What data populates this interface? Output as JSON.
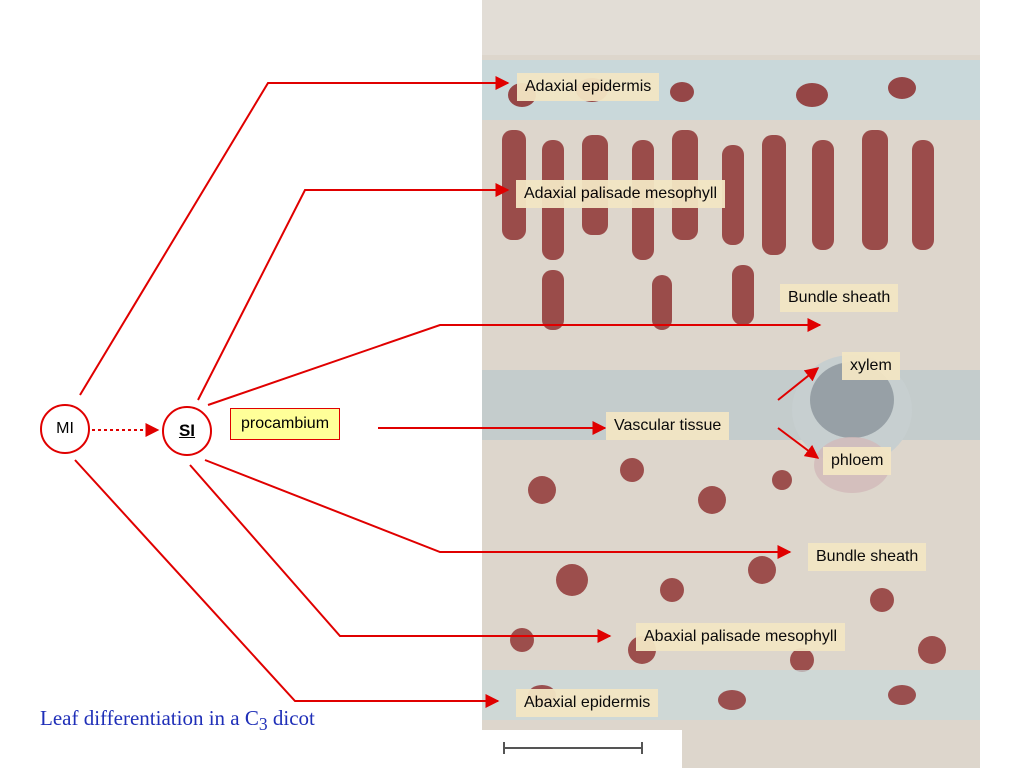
{
  "colors": {
    "arrow": "#e00000",
    "caption": "#1f2fb8",
    "label_bg": "#f3e6c4",
    "highlight": "#ffff99"
  },
  "nodes": {
    "mi": "MI",
    "si": "SI"
  },
  "procambium": "procambium",
  "labels": {
    "adaxial_epidermis": "Adaxial epidermis",
    "adaxial_palisade": "Adaxial palisade mesophyll",
    "bundle_sheath_top": "Bundle sheath",
    "xylem": "xylem",
    "vascular_tissue": "Vascular tissue",
    "phloem": "phloem",
    "bundle_sheath_bottom": "Bundle sheath",
    "abaxial_palisade": "Abaxial palisade mesophyll",
    "abaxial_epidermis": "Abaxial epidermis"
  },
  "caption": {
    "main": "Leaf differentiation in a C",
    "sub": "3",
    "end": " dicot"
  }
}
